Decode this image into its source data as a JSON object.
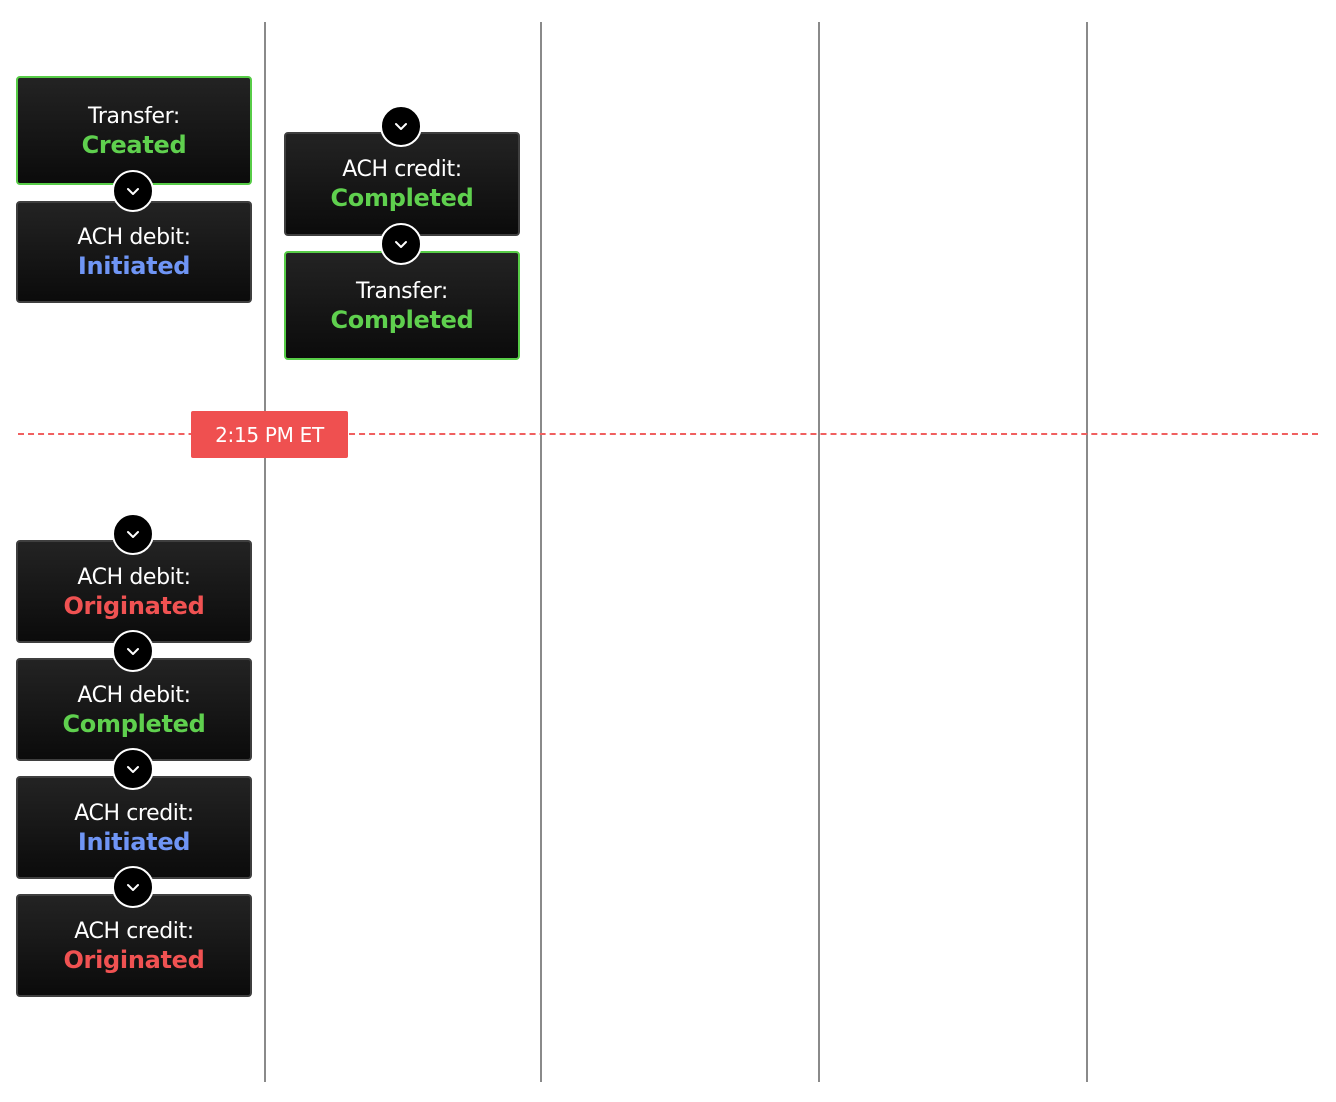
{
  "colors": {
    "completed": "#5fd04e",
    "initiated": "#6f95f5",
    "originated": "#f05252",
    "cutoff": "#ef5050",
    "card_border": "#3f3f3f",
    "card_border_highlight": "#57cc47"
  },
  "cutoff": {
    "label": "2:15 PM ET"
  },
  "cards": [
    {
      "title": "Transfer:",
      "status": "Created",
      "status_color": "#5fd04e"
    },
    {
      "title": "ACH debit:",
      "status": "Initiated",
      "status_color": "#6f95f5"
    },
    {
      "title": "ACH credit:",
      "status": "Completed",
      "status_color": "#5fd04e"
    },
    {
      "title": "Transfer:",
      "status": "Completed",
      "status_color": "#5fd04e"
    },
    {
      "title": "ACH debit:",
      "status": "Originated",
      "status_color": "#f05252"
    },
    {
      "title": "ACH debit:",
      "status": "Completed",
      "status_color": "#5fd04e"
    },
    {
      "title": "ACH credit:",
      "status": "Initiated",
      "status_color": "#6f95f5"
    },
    {
      "title": "ACH credit:",
      "status": "Originated",
      "status_color": "#f05252"
    }
  ],
  "connector_icon": "chevron-down-icon"
}
